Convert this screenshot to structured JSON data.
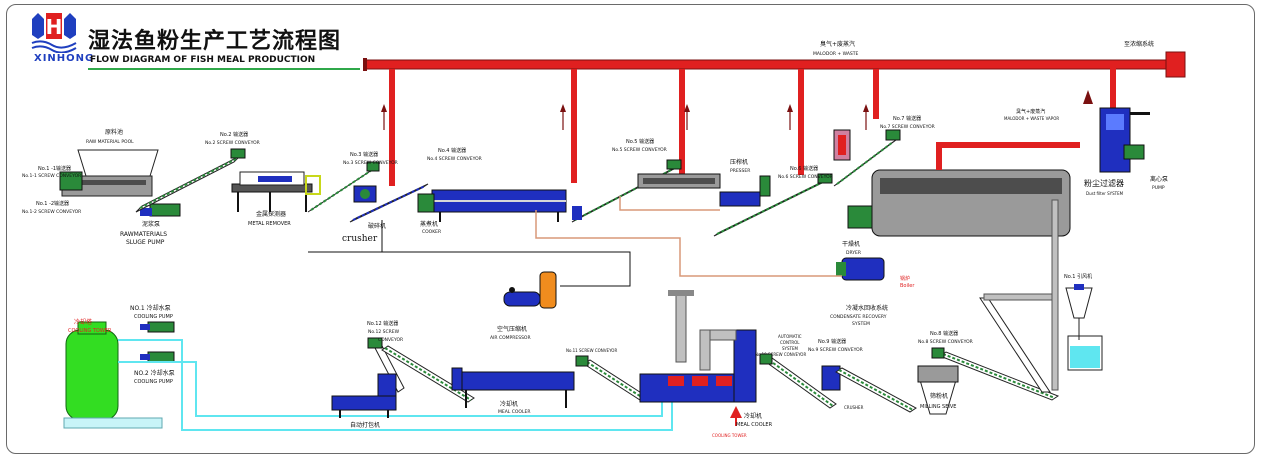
{
  "header": {
    "logo_letter": "H",
    "logo_text": "XINHONG",
    "title_cn": "湿法鱼粉生产工艺流程图",
    "title_en": "FLOW DIAGRAM OF FISH MEAL PRODUCTION"
  },
  "labels": {
    "malodor_cn": "臭气+废蒸汽",
    "malodor_en": "MALODOR + WASTE",
    "to_concentration": "至浓缩系统",
    "raw_pool_cn": "原料池",
    "raw_pool_en": "RAW MATERIAL POOL",
    "no1_1_cn": "No.1 -1输送器",
    "no1_1_en": "No.1-1 SCREW CONVEYOR",
    "no1_2_cn": "No.1 -2输送器",
    "no1_2_en": "No.1-2 SCREW CONVEYOR",
    "sludge_cn": "泥浆泵",
    "sludge_en1": "RAWMATERIALS",
    "sludge_en2": "SLUGE PUMP",
    "no2_cn": "No.2 输送器",
    "no2_en": "No.2 SCREW CONVEYOR",
    "metal_cn": "金属探测器",
    "metal_en": "METAL REMOVER",
    "no3_cn": "No.3 输送器",
    "no3_en": "No.3 SCREW CONVEYOR",
    "crusher_cn": "破碎机",
    "crusher_en": "crusher",
    "no4_cn": "No.4 输送器",
    "no4_en": "No.4 SCREW CONVEYOR",
    "cooker_cn": "蒸煮机",
    "cooker_en": "COOKER",
    "no5_cn": "No.5 输送器",
    "no5_en": "No.5 SCREW CONVEYOR",
    "presser_cn": "压榨机",
    "presser_en": "PRESSER",
    "no6_cn": "No.6 输送器",
    "no6_en": "No.6 SCREW CONVEYOR",
    "no7_cn": "No.7 输送器",
    "no7_en": "No.7 SCREW CONVEYOR",
    "vapor_cn": "臭气+废蒸汽",
    "vapor_en": "MALODOR + WASTE VAPOR",
    "dust_cn": "粉尘过滤器",
    "dust_en": "Dust filter SYSTEM",
    "centrifugal_cn": "离心泵",
    "centrifugal_en": "PUMP",
    "dryer_cn": "干燥机",
    "dryer_en": "DRYER",
    "boiler_cn": "锅炉",
    "boiler_en": "Boiler",
    "condensate_cn": "冷凝水回收系统",
    "condensate_en1": "CONDENSATE RECOVERY",
    "condensate_en2": "SYSTEM",
    "air_cn": "空气压缩机",
    "air_en": "AIR COMPRESSOR",
    "fan_cn": "No.1 引风机",
    "tower_cn": "冷却塔",
    "tower_en": "COOLING TOWER",
    "pump1_cn": "NO.1 冷却水泵",
    "pump1_en": "COOLING PUMP",
    "pump2_cn": "NO.2 冷却水泵",
    "pump2_en": "COOLING PUMP",
    "no12_cn": "No.12 输送器",
    "no12_en1": "No.12 SCREW",
    "no12_en2": "CONVEYOR",
    "packer_cn": "自动打包机",
    "mealcooler_cn": "冷却机",
    "mealcooler_en": "MEAL COOLER",
    "no11_en": "No.11 SCREW CONVEYOR",
    "no10_en": "No.10 SCREW CONVEYOR",
    "control_en1": "AUTOMATIC",
    "control_en2": "CONTROL",
    "control_en3": "SYSTEM",
    "no9_cn": "No.9 输送器",
    "no9_en": "No.9 SCREW CONVEYOR",
    "crusher2_en": "CRUSHER",
    "cooler2_cn": "冷却机",
    "cooler2_en": "MEAL COOLER",
    "red_small": "COOLING TOWER",
    "no8_cn": "No.8 输送器",
    "no8_en": "No.8 SCREW CONVEYOR",
    "sieve_cn": "筛粉机",
    "sieve_en": "MILLING SEIVE"
  },
  "colors": {
    "steam_pipe": "#e02020",
    "water_pipe": "#5fe6f0",
    "condensate_pipe": "#d89878",
    "machine_blue": "#1f2fbf",
    "conveyor_green": "#2a8a3a",
    "tower_green": "#33dd22",
    "title_rule": "#2fa84a",
    "logo_blue": "#1f3fbf"
  }
}
